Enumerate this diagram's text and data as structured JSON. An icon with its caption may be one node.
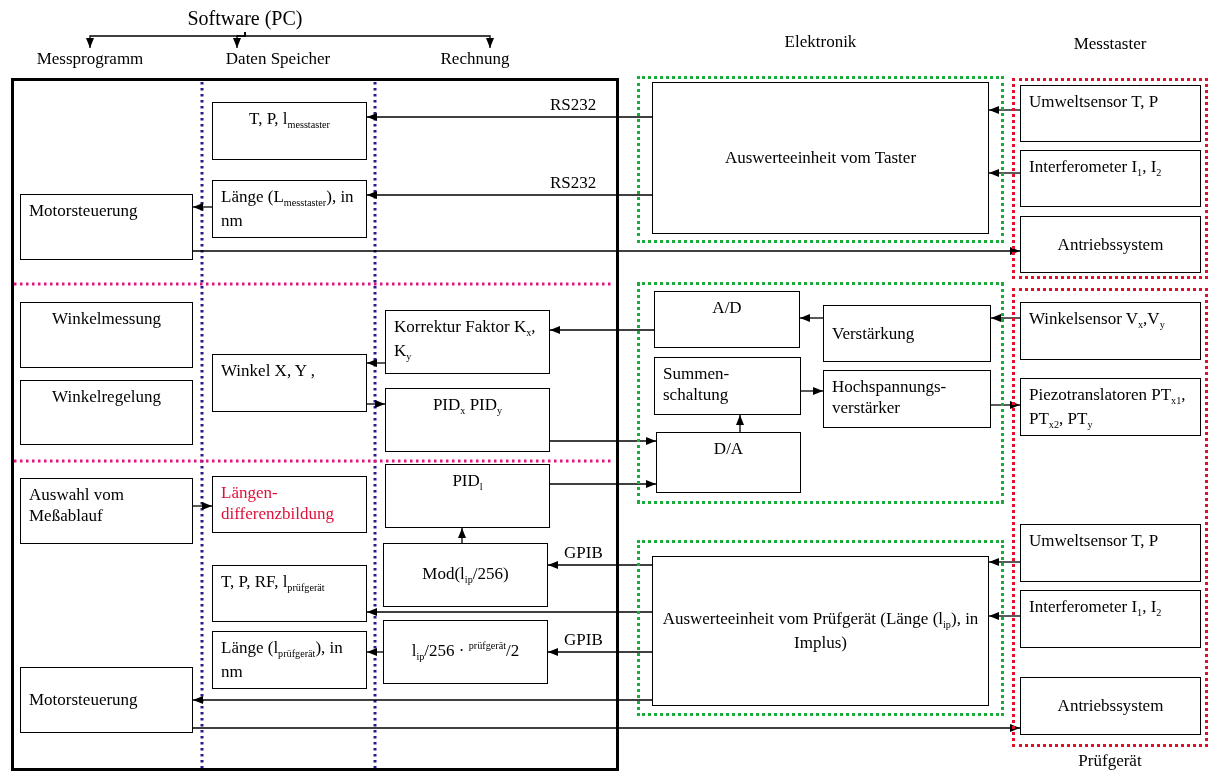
{
  "diagram": {
    "nodes": [
      {
        "text": [
          "Software (PC)"
        ]
      },
      {
        "text": [
          "Messprogramm"
        ]
      },
      {
        "text": [
          "Daten Speicher"
        ]
      },
      {
        "text": [
          "Rechnung"
        ]
      },
      {
        "text": [],
        "shape": "box"
      },
      {
        "text": [
          "T, P, l$_{messtaster}$"
        ],
        "in": 4
      },
      {
        "text": [
          "Länge (L$_{messtaster}$), in nm"
        ],
        "in": 4
      },
      {
        "text": [
          "Motorsteuerung"
        ],
        "in": 4
      },
      {
        "text": [
          "Winkelmessung"
        ],
        "in": 4
      },
      {
        "text": [
          "Korrektur Faktor K$_{x}$, K$_{y}$"
        ],
        "in": 4
      },
      {
        "text": [
          "Winkel X, Y ,"
        ],
        "in": 4
      },
      {
        "text": [
          "Winkelregelung"
        ],
        "in": 4
      },
      {
        "text": [
          "PID$_{x}$ PID$_{y}$"
        ],
        "in": 4
      },
      {
        "text": [
          "Auswahl vom Meßablauf"
        ],
        "in": 4
      },
      {
        "text": [
          "Längen- differenzbildung"
        ],
        "in": 4
      },
      {
        "text": [
          "PID$_{l}$"
        ],
        "in": 4
      },
      {
        "text": [
          "Mod(l$_{ip}$/256)"
        ],
        "in": 4
      },
      {
        "text": [
          "T, P, RF, l$_{prüfgerät}$"
        ],
        "in": 4
      },
      {
        "text": [
          "Länge (l$_{prüfgerät}$), in nm"
        ],
        "in": 4
      },
      {
        "text": [
          "l$_{ip}$/256 · $^{prüfgerät}$/2"
        ],
        "in": 4
      },
      {
        "text": [
          "Motorsteuerung"
        ],
        "in": 4
      },
      {
        "text": [
          "Elektronik"
        ]
      },
      {
        "text": [
          "Auswerteeinheit vom Taster"
        ],
        "in": 21
      },
      {
        "text": [],
        "shape": "box"
      },
      {
        "text": [
          "A/D"
        ],
        "in": 23
      },
      {
        "text": [
          "Verstärkung"
        ],
        "in": 23
      },
      {
        "text": [
          "Summen- schaltung"
        ],
        "in": 23
      },
      {
        "text": [
          "Hochspannungs- verstärker"
        ],
        "in": 23
      },
      {
        "text": [
          "D/A"
        ],
        "in": 23
      },
      {
        "text": [],
        "shape": "box"
      },
      {
        "text": [
          "Auswerteeinheit vom Prüfgerät (Länge (l$_{ip}$), in Implus)"
        ],
        "in": 29
      },
      {
        "text": [
          "Messtaster"
        ]
      },
      {
        "text": [
          "Umweltsensor T, P"
        ],
        "in": 31
      },
      {
        "text": [
          "Interferometer I$_{1}$, I$_{2}$"
        ],
        "in": 31
      },
      {
        "text": [
          "Antriebssystem"
        ],
        "in": 31
      },
      {
        "text": [
          "Prüfgerät"
        ]
      },
      {
        "text": [
          "Winkelsensor V$_{x}$,V$_{y}$"
        ],
        "in": 35
      },
      {
        "text": [
          "Piezotranslatoren PT$_{x1}$, PT$_{x2}$, PT$_{y}$"
        ],
        "in": 35
      },
      {
        "text": [
          "Umweltsensor T, P"
        ],
        "in": 35
      },
      {
        "text": [
          "Interferometer I$_{1}$, I$_{2}$"
        ],
        "in": 35
      },
      {
        "text": [
          "Antriebssystem"
        ],
        "in": 35
      }
    ],
    "edges": [
      {
        "from": 0,
        "to": 1,
        "arrow": "to"
      },
      {
        "from": 0,
        "to": 2,
        "arrow": "to"
      },
      {
        "from": 0,
        "to": 3,
        "arrow": "to"
      },
      {
        "from": 22,
        "to": 5,
        "arrow": "to",
        "label": "RS232"
      },
      {
        "from": 22,
        "to": 6,
        "arrow": "to",
        "label": "RS232"
      },
      {
        "from": 6,
        "to": 7,
        "arrow": "to"
      },
      {
        "from": 7,
        "to": 34,
        "arrow": "to"
      },
      {
        "from": 32,
        "to": 22,
        "arrow": "to"
      },
      {
        "from": 33,
        "to": 22,
        "arrow": "to"
      },
      {
        "from": 24,
        "to": 9,
        "arrow": "to"
      },
      {
        "from": 25,
        "to": 24,
        "arrow": "to"
      },
      {
        "from": 36,
        "to": 25,
        "arrow": "to"
      },
      {
        "from": 9,
        "to": 10,
        "arrow": "to"
      },
      {
        "from": 10,
        "to": 12,
        "arrow": "to"
      },
      {
        "from": 12,
        "to": 28,
        "arrow": "to"
      },
      {
        "from": 15,
        "to": 28,
        "arrow": "to"
      },
      {
        "from": 28,
        "to": 26,
        "arrow": "to"
      },
      {
        "from": 26,
        "to": 27,
        "arrow": "to"
      },
      {
        "from": 27,
        "to": 37,
        "arrow": "to"
      },
      {
        "from": 13,
        "to": 14,
        "arrow": "to"
      },
      {
        "from": 16,
        "to": 15,
        "arrow": "to"
      },
      {
        "from": 30,
        "to": 16,
        "arrow": "to",
        "label": "GPIB"
      },
      {
        "from": 30,
        "to": 17,
        "arrow": "to"
      },
      {
        "from": 30,
        "to": 19,
        "arrow": "to",
        "label": "GPIB"
      },
      {
        "from": 19,
        "to": 18,
        "arrow": "to"
      },
      {
        "from": 30,
        "to": 20,
        "arrow": "to"
      },
      {
        "from": 20,
        "to": 40,
        "arrow": "to"
      },
      {
        "from": 38,
        "to": 30,
        "arrow": "to"
      },
      {
        "from": 39,
        "to": 30,
        "arrow": "to"
      }
    ]
  }
}
